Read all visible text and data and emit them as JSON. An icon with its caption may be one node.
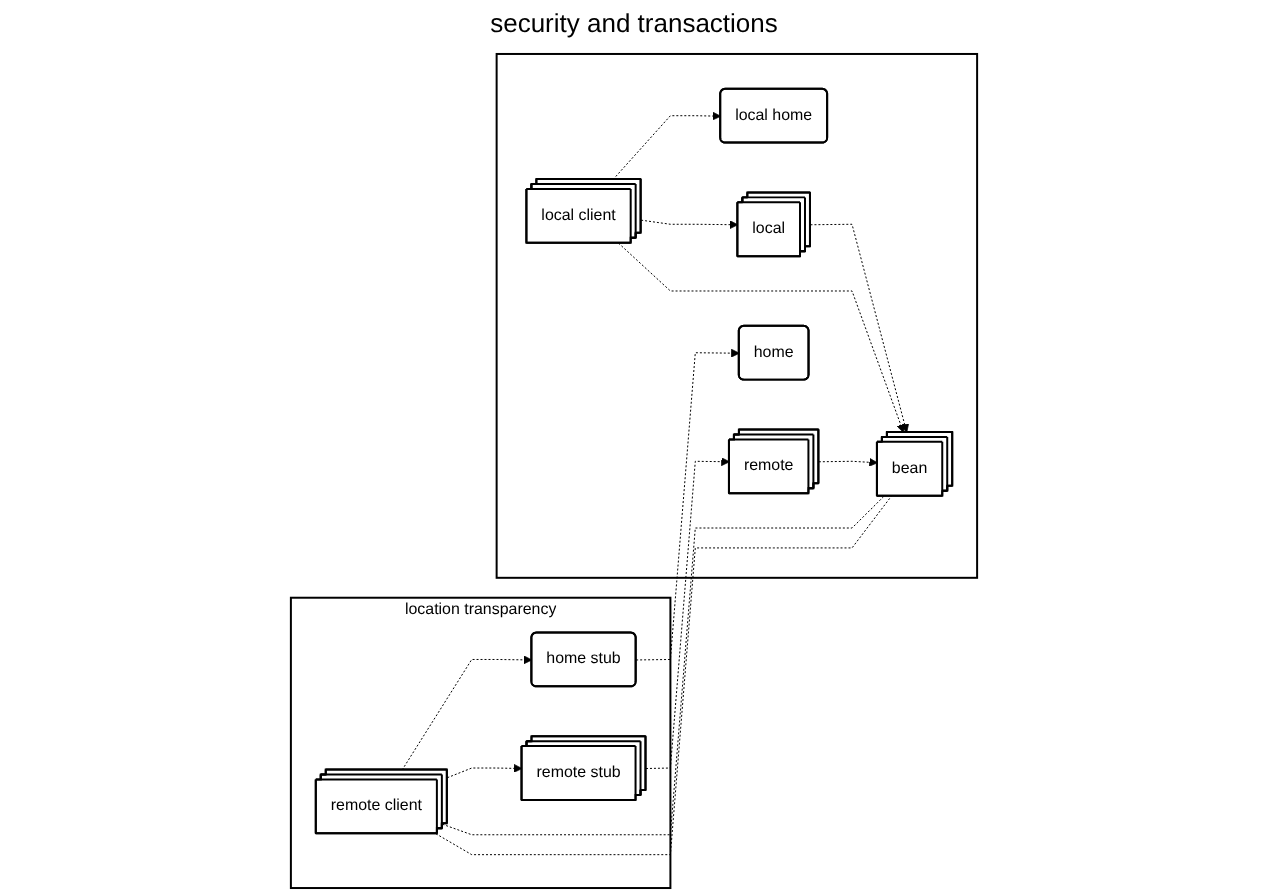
{
  "diagram": {
    "nodes": [
      {
        "text": [
          "location transparency"
        ]
      },
      {
        "text": [
          "remote client"
        ],
        "in": 0
      },
      {
        "text": [
          "home stub"
        ],
        "in": 0
      },
      {
        "text": [
          "remote stub"
        ],
        "in": 0
      },
      {
        "text": [],
        "shape": "box"
      },
      {
        "text": [
          "home"
        ],
        "in": 4
      },
      {
        "text": [
          "remote"
        ],
        "in": 4
      },
      {
        "text": [
          "bean"
        ],
        "in": 4
      },
      {
        "text": [
          "local home"
        ],
        "in": 4
      },
      {
        "text": [
          "local client"
        ],
        "in": 4
      },
      {
        "text": [
          "local"
        ],
        "in": 4
      }
    ],
    "edges": [
      {
        "from": 1,
        "to": 2,
        "arrow": "to",
        "style": "dashed"
      },
      {
        "from": 1,
        "to": 3,
        "arrow": "to",
        "style": "dashed"
      },
      {
        "from": 2,
        "to": 5,
        "arrow": "to",
        "style": "dashed"
      },
      {
        "from": 3,
        "to": 6,
        "arrow": "to",
        "style": "dashed"
      },
      {
        "from": 6,
        "to": 7,
        "arrow": "to",
        "style": "dashed"
      },
      {
        "from": 1,
        "to": 7,
        "arrow": "none",
        "style": "dashed"
      },
      {
        "from": 1,
        "to": 7,
        "arrow": "none",
        "style": "dashed"
      },
      {
        "from": 9,
        "to": 8,
        "arrow": "to",
        "style": "dashed"
      },
      {
        "from": 9,
        "to": 10,
        "arrow": "to",
        "style": "dashed"
      },
      {
        "from": 10,
        "to": 7,
        "arrow": "to",
        "style": "dashed"
      },
      {
        "from": 9,
        "to": 7,
        "arrow": "to",
        "style": "dashed"
      }
    ],
    "labels": [
      "security and transactions"
    ]
  }
}
